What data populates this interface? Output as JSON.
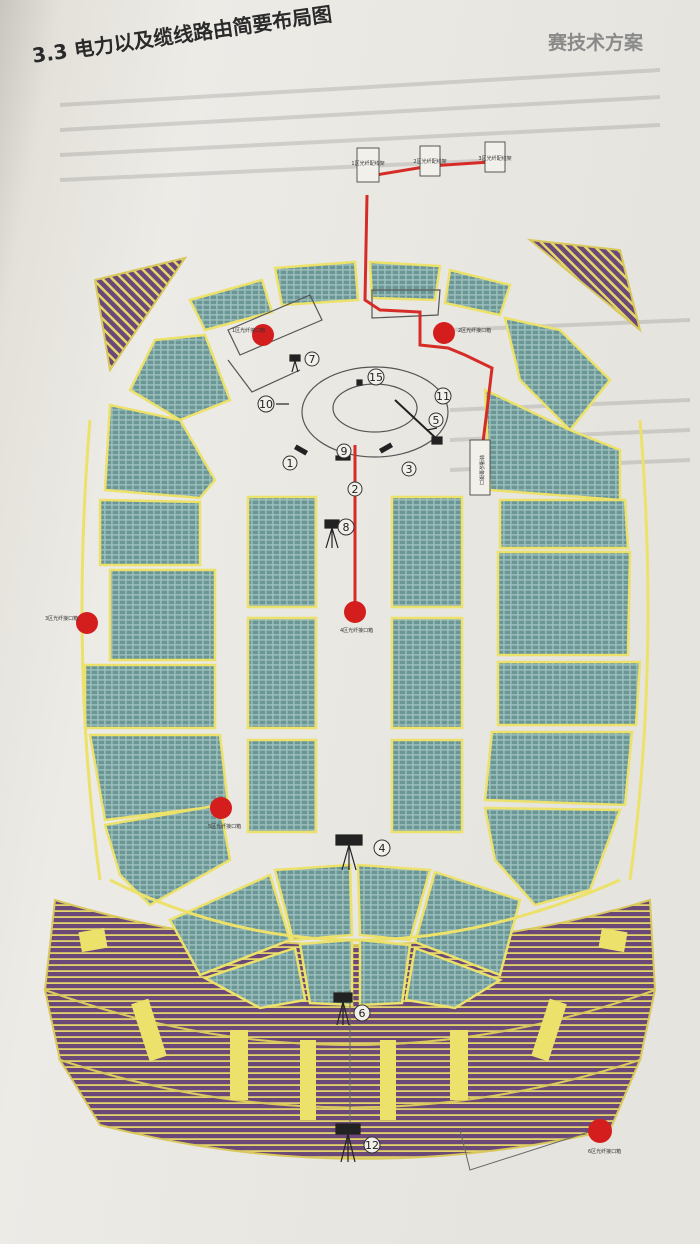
{
  "title": "3.3 电力以及缆线路由简要布局图",
  "header_right": "赛技术方案",
  "colors": {
    "seat_teal": "#6f9c9c",
    "seat_purple": "#6e4e7e",
    "aisle_yellow": "#ece16a",
    "cable_red": "#d62c28",
    "power_box": "#d41e1e",
    "paper": "#e9e6df"
  },
  "power_boxes": [
    {
      "id": "box-top-left",
      "label": "1区光纤接口箱"
    },
    {
      "id": "box-top-right",
      "label": "2区光纤接口箱"
    },
    {
      "id": "box-left",
      "label": "3区光纤接口箱"
    },
    {
      "id": "box-center",
      "label": "4区光纤接口箱"
    },
    {
      "id": "box-lower-left",
      "label": "5区光纤接口箱"
    },
    {
      "id": "box-bottom-right",
      "label": "6区光纤接口箱"
    }
  ],
  "cameras": [
    {
      "n": "1"
    },
    {
      "n": "2"
    },
    {
      "n": "3"
    },
    {
      "n": "4"
    },
    {
      "n": "5"
    },
    {
      "n": "6"
    },
    {
      "n": "7"
    },
    {
      "n": "8"
    },
    {
      "n": "9"
    },
    {
      "n": "10"
    },
    {
      "n": "11"
    },
    {
      "n": "12"
    },
    {
      "n": "15"
    }
  ],
  "equipment_boxes": [
    {
      "label": "1区光纤配线架"
    },
    {
      "label": "2区光纤配线架"
    },
    {
      "label": "3区光纤配线架"
    },
    {
      "label": "转播设备接口"
    }
  ]
}
